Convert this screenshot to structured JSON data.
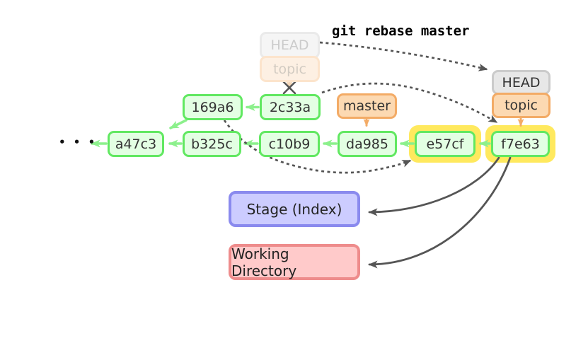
{
  "command_label": "git rebase master",
  "ellipsis": "• • •",
  "refs": {
    "old_head": "HEAD",
    "old_branch": "topic",
    "new_head": "HEAD",
    "new_branch": "topic",
    "master": "master"
  },
  "commits": {
    "topic_old": [
      "169a6",
      "2c33a"
    ],
    "mainline": [
      "a47c3",
      "b325c",
      "c10b9",
      "da985"
    ],
    "topic_new": [
      "e57cf",
      "f7e63"
    ]
  },
  "areas": {
    "stage": "Stage (Index)",
    "working_directory": "Working Directory"
  },
  "colors": {
    "commit_border": "#61e861",
    "commit_fill": "#e3ffe3",
    "edge_green": "#8cf08c",
    "branch_border": "#f3ab66",
    "branch_fill": "#fcd9b2",
    "head_border": "#cbcbcb",
    "head_fill": "#e7e7e7",
    "highlight_yellow": "#ffe95e",
    "stage_fill": "#ccccff",
    "stage_border": "#8a8aee",
    "working_fill": "#ffcaca",
    "working_border": "#ee8c8c",
    "arrow_dark": "#555555"
  }
}
